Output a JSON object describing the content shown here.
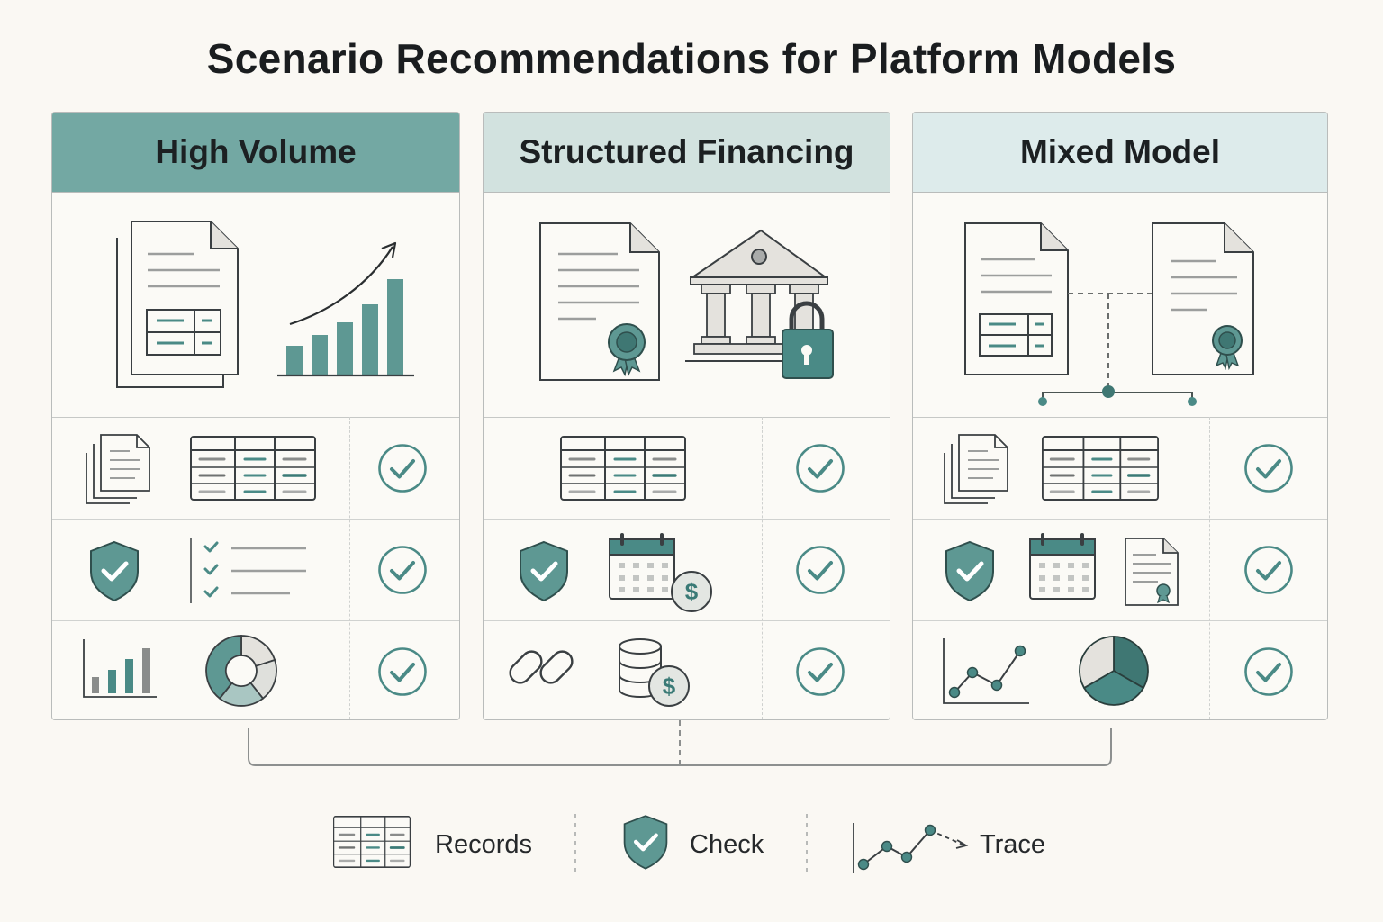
{
  "title": "Scenario Recommendations for Platform Models",
  "columns": [
    {
      "label": "High Volume"
    },
    {
      "label": "Structured Financing"
    },
    {
      "label": "Mixed Model"
    }
  ],
  "legend": [
    {
      "label": "Records",
      "icon": "records-icon"
    },
    {
      "label": "Check",
      "icon": "shield-check-icon"
    },
    {
      "label": "Trace",
      "icon": "trace-icon"
    }
  ],
  "colors": {
    "teal": "#4a8a86",
    "teal_light": "#73a8a3",
    "stroke": "#3a3f42",
    "grey_fill": "#e4e2dd"
  }
}
